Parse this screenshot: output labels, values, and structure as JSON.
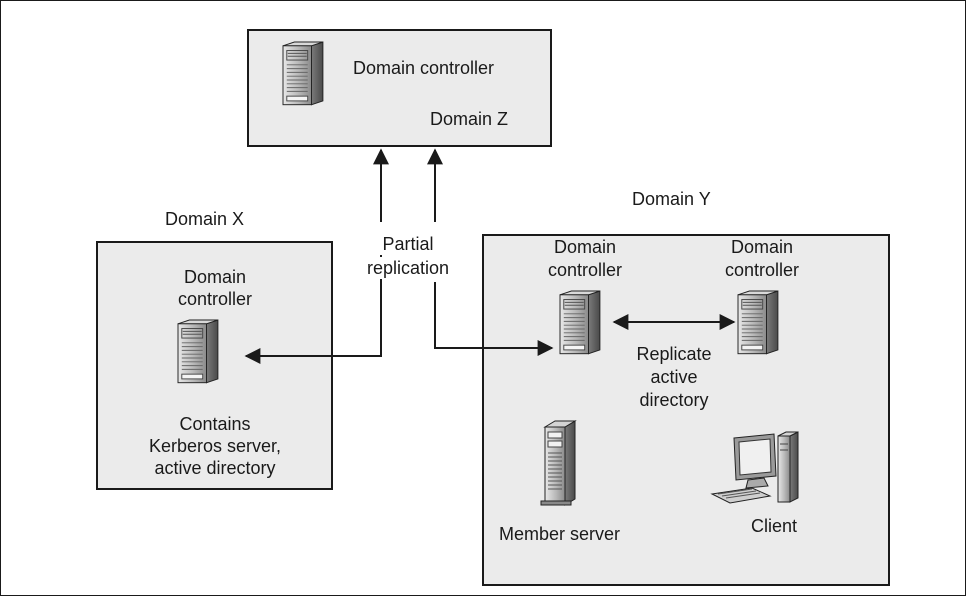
{
  "domain_z": {
    "title": "Domain controller",
    "name": "Domain Z"
  },
  "domain_x": {
    "name": "Domain X",
    "title_line1": "Domain",
    "title_line2": "controller",
    "desc_line1": "Contains",
    "desc_line2": "Kerberos server,",
    "desc_line3": "active directory"
  },
  "domain_y": {
    "name": "Domain Y",
    "dc1_line1": "Domain",
    "dc1_line2": "controller",
    "dc2_line1": "Domain",
    "dc2_line2": "controller",
    "replicate_line1": "Replicate",
    "replicate_line2": "active",
    "replicate_line3": "directory",
    "member_server": "Member server",
    "client": "Client"
  },
  "partial_replication": {
    "line1": "Partial",
    "line2": "replication"
  },
  "icons": [
    "server-tower-icon",
    "tall-server-icon",
    "desktop-computer-icon"
  ],
  "colors": {
    "box_fill": "#ebebeb",
    "line": "#1a1a1a",
    "server_body": "#c8c8c8"
  }
}
